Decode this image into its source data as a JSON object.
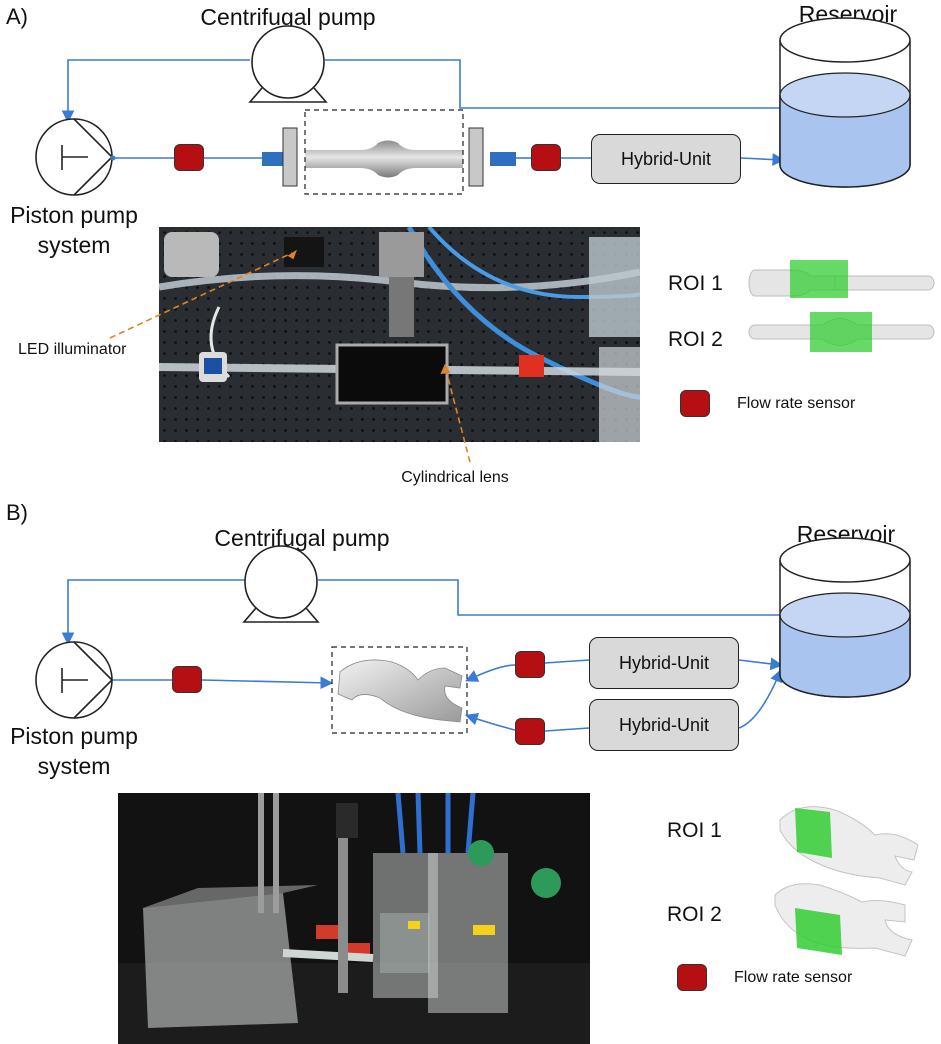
{
  "panel_a": {
    "label": "A)",
    "centrifugal_pump": "Centrifugal pump",
    "reservoir": "Reservoir",
    "piston_pump_line1": "Piston pump",
    "piston_pump_line2": "system",
    "hybrid_unit": "Hybrid-Unit",
    "photo_labels": {
      "led": "LED illuminator",
      "lens": "Cylindrical lens"
    },
    "legend": {
      "roi1": "ROI 1",
      "roi2": "ROI 2",
      "sensor": "Flow rate sensor"
    }
  },
  "panel_b": {
    "label": "B)",
    "centrifugal_pump": "Centrifugal pump",
    "reservoir": "Reservoir",
    "piston_pump_line1": "Piston pump",
    "piston_pump_line2": "system",
    "hybrid_unit_top": "Hybrid-Unit",
    "hybrid_unit_bottom": "Hybrid-Unit",
    "legend": {
      "roi1": "ROI 1",
      "roi2": "ROI 2",
      "sensor": "Flow rate sensor"
    }
  },
  "colors": {
    "pipe": "#3a7bd5",
    "sensor": "#b50f14",
    "reservoir_fluid": "#a9c4ef",
    "roi_green": "#33cc33",
    "hybrid_unit_fill": "#d9d9d9"
  }
}
